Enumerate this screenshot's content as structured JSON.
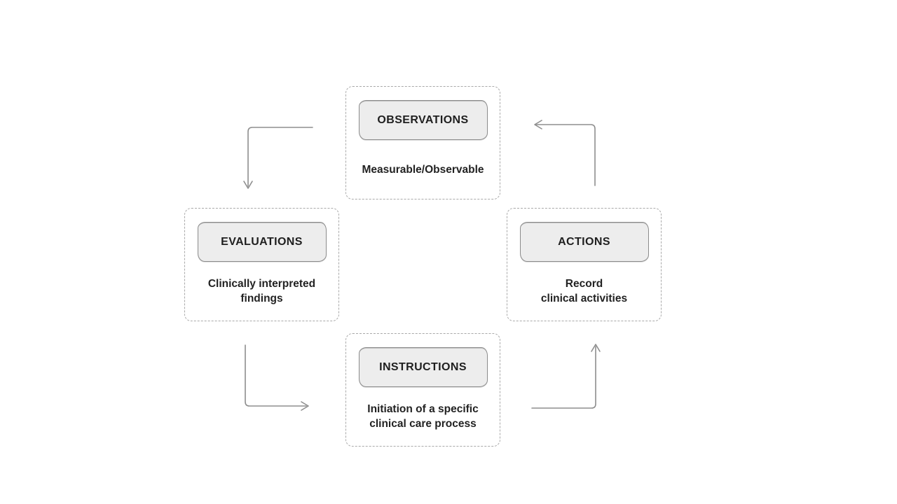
{
  "diagram": {
    "type": "cycle",
    "nodes": [
      {
        "id": "observations",
        "label": "OBSERVATIONS",
        "description_lines": [
          "Measurable/Observable"
        ]
      },
      {
        "id": "evaluations",
        "label": "EVALUATIONS",
        "description_lines": [
          "Clinically interpreted",
          "findings"
        ]
      },
      {
        "id": "actions",
        "label": "ACTIONS",
        "description_lines": [
          "Record",
          "clinical activities"
        ]
      },
      {
        "id": "instructions",
        "label": "INSTRUCTIONS",
        "description_lines": [
          "Initiation of a specific",
          "clinical care process"
        ]
      }
    ],
    "edges": [
      {
        "from": "observations",
        "to": "evaluations"
      },
      {
        "from": "evaluations",
        "to": "instructions"
      },
      {
        "from": "instructions",
        "to": "actions"
      },
      {
        "from": "actions",
        "to": "observations"
      }
    ],
    "colors": {
      "background": "#ffffff",
      "node_border": "#a9a9a9",
      "pill_fill": "#ededed",
      "pill_border": "#8b8b8b",
      "arrow": "#8e8e8e",
      "text": "#1f1f1f"
    }
  }
}
